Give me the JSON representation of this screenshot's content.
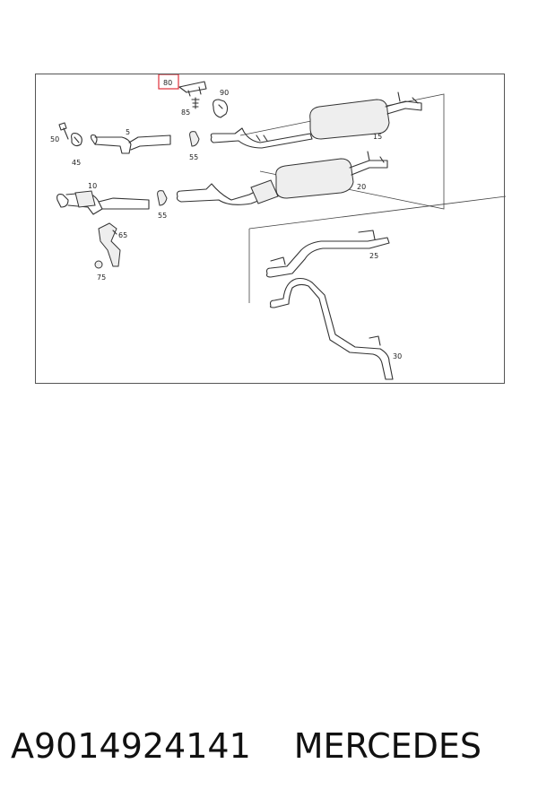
{
  "diagram": {
    "highlight_color": "#e0303a",
    "highlighted_label": "80",
    "labels": {
      "l5": "5",
      "l10": "10",
      "l15": "15",
      "l20": "20",
      "l25": "25",
      "l30": "30",
      "l45": "45",
      "l50": "50",
      "l55a": "55",
      "l55b": "55",
      "l65": "65",
      "l75": "75",
      "l80": "80",
      "l85": "85",
      "l90": "90"
    }
  },
  "caption": {
    "part_number": "A9014924141",
    "brand": "MERCEDES"
  }
}
